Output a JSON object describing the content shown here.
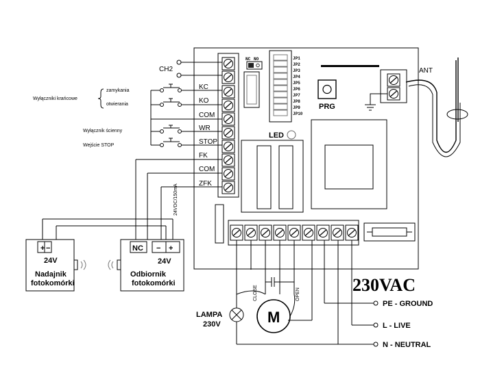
{
  "terminal_labels": [
    "CH2",
    "KC",
    "KO",
    "COM",
    "WR",
    "STOP",
    "FK",
    "COM",
    "ZFK"
  ],
  "limit_switches": {
    "title": "Wyłączniki krańcowe",
    "closing": "zamykania",
    "opening": "otwierania"
  },
  "wall_switch": "Wyłącznik ścienny",
  "stop_input": "Wejście STOP",
  "supply_note": "24VDC/150mA",
  "transmitter": {
    "plus": "+",
    "minus": "−",
    "voltage": "24V",
    "name_line1": "Nadajnik",
    "name_line2": "fotokomórki"
  },
  "receiver": {
    "nc": "NC",
    "minus": "−",
    "plus": "+",
    "voltage": "24V",
    "name_line1": "Odbiornik",
    "name_line2": "fotokomórki"
  },
  "board": {
    "nc_label": "NC",
    "no_label": "NO",
    "jumpers": [
      "JP1",
      "JP2",
      "JP3",
      "JP4",
      "JP5",
      "JP6",
      "JP7",
      "JP8",
      "JP9",
      "JP10"
    ],
    "prg": "PRG",
    "led": "LED",
    "ant": "ANT"
  },
  "motor": {
    "symbol": "M",
    "close": "CLOSE",
    "open": "OPEN"
  },
  "lamp": {
    "line1": "LAMPA",
    "line2": "230V"
  },
  "mains": {
    "title": "230VAC",
    "pe": "PE - GROUND",
    "live": "L - LIVE",
    "neutral": "N - NEUTRAL"
  }
}
